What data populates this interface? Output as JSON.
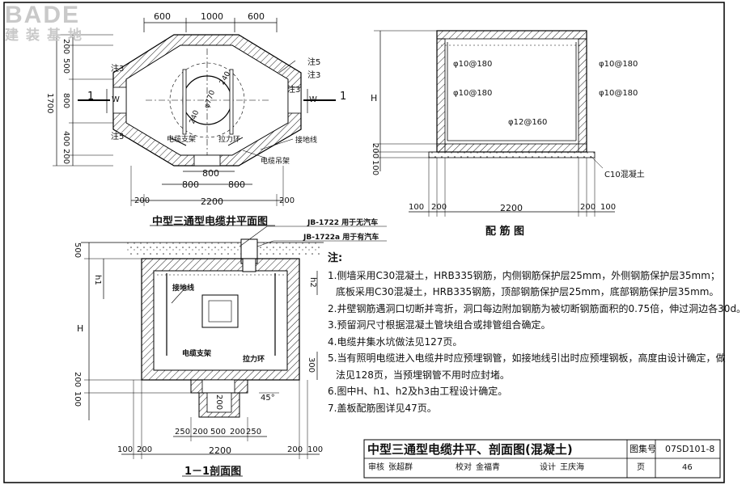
{
  "logo": {
    "big": "BADE",
    "small": "建装基地"
  },
  "plan": {
    "title": "中型三通型电缆井平面图",
    "dims_top": [
      "600",
      "1000",
      "600"
    ],
    "dims_left": [
      "200",
      "500",
      "800",
      "400",
      "200"
    ],
    "dim_total_h": "1700",
    "dims_bottom_inner": [
      "800"
    ],
    "dims_bottom_mid": [
      "800",
      "800"
    ],
    "dims_bottom": [
      "200",
      "2200",
      "200"
    ],
    "section_mark": "1",
    "w_label": "W",
    "notes": [
      "注3",
      "注5",
      "注5",
      "注3",
      "注3"
    ],
    "radii": [
      "φ770",
      "240",
      "240"
    ],
    "labels": {
      "cable_bracket": "电缆支架",
      "pull_ring": "拉力环",
      "ground_wire": "接地线",
      "cable_rack": "电缆吊架"
    }
  },
  "rebar": {
    "title": "配 筋 图",
    "bar_labels": [
      "φ10@180",
      "φ10@180",
      "φ10@180",
      "φ10@180",
      "φ12@160"
    ],
    "c10": "C10混凝土",
    "h_label": "H",
    "dims_left": [
      "200",
      "100"
    ],
    "dims_bottom": [
      "100",
      "200",
      "2200",
      "200",
      "100"
    ]
  },
  "section": {
    "title": "1－1剖面图",
    "jb1": "JB-1722 用于无汽车",
    "jb2": "JB-1722a 用于有汽车",
    "dims_left": [
      "500",
      "h1",
      "H",
      "200",
      "100"
    ],
    "dims_right": [
      "h2",
      "300"
    ],
    "angle": "45°",
    "dims_bottom_inner": [
      "250",
      "200",
      "500",
      "200",
      "250"
    ],
    "dims_bottom": [
      "100",
      "200",
      "2200",
      "200",
      "100"
    ],
    "labels": {
      "ground_wire": "接地线",
      "cable_bracket": "电缆支架",
      "pull_ring": "拉力环"
    },
    "dim_200": "200"
  },
  "notes": {
    "heading": "注:",
    "items": [
      "1.侧墙采用C30混凝土，HRB335钢筋，内侧钢筋保护层25mm，外侧钢筋保护层35mm；",
      "  底板采用C30混凝土，HRB335钢筋，顶部钢筋保护层25mm，底部钢筋保护层35mm。",
      "2.井壁钢筋遇洞口切断并弯折，洞口每边附加钢筋为被切断钢筋面积的0.75倍，伸过洞边各30d。",
      "3.预留洞尺寸根据混凝土管块组合或排管组合确定。",
      "4.电缆井集水坑做法见127页。",
      "5.当有照明电缆进入电缆井时应预埋钢管，如接地线引出时应预埋钢板，高度由设计确定，做",
      "  法见128页，当预埋钢管不用时应封堵。",
      "6.图中H、h1、h2及h3由工程设计确定。",
      "7.盖板配筋图详见47页。"
    ]
  },
  "title_block": {
    "title": "中型三通型电缆井平、剖面图(混凝土)",
    "atlas_label": "图集号",
    "atlas_no": "07SD101-8",
    "review_label": "审核",
    "reviewer": "张超群",
    "check_label": "校对",
    "checker": "金福青",
    "design_label": "设计",
    "designer": "王庆海",
    "page_label": "页",
    "page_no": "46"
  }
}
